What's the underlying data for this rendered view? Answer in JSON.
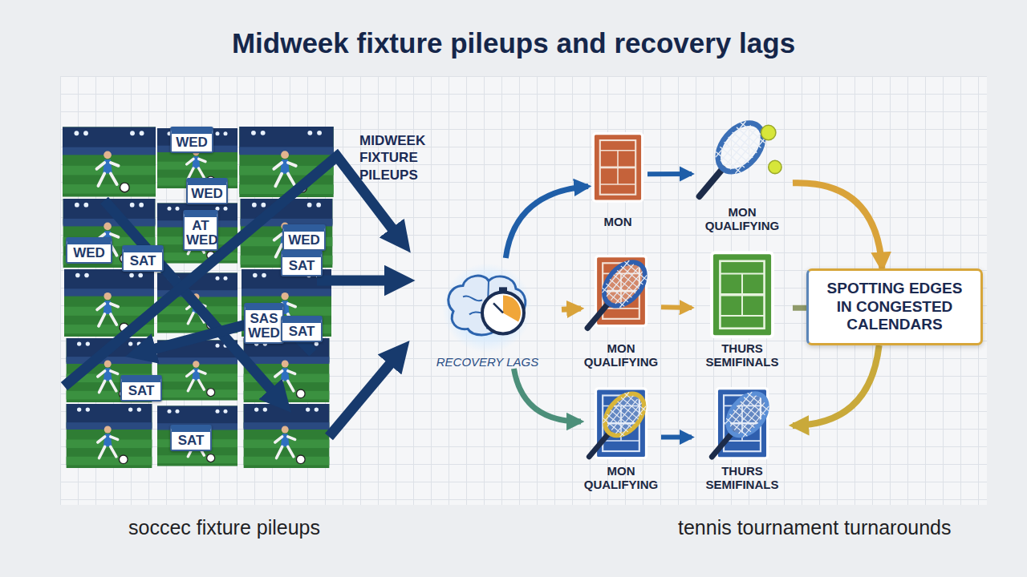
{
  "diagram": {
    "title": "Midweek fixture pileups and recovery lags",
    "nodes": [
      {
        "text": [
          "RECOVERY LAGS"
        ]
      },
      {
        "text": [
          "MON"
        ]
      },
      {
        "text": [
          "MON QUALIFYING"
        ]
      },
      {
        "text": [
          "MON QUALIFYING"
        ]
      },
      {
        "text": [
          "THURS SEMIFINALS"
        ]
      },
      {
        "text": [
          "MON QUALIFYING"
        ]
      },
      {
        "text": [
          "THURS SEMIFINALS"
        ]
      },
      {
        "text": [
          "SPOTTING EDGES IN CONGESTED CALENDARS"
        ]
      }
    ],
    "edges": [
      {
        "from": 0,
        "to": 1,
        "arrow": "to"
      },
      {
        "from": 0,
        "to": 3,
        "arrow": "to"
      },
      {
        "from": 0,
        "to": 5,
        "arrow": "to"
      },
      {
        "from": 1,
        "to": 2,
        "arrow": "to"
      },
      {
        "from": 3,
        "to": 4,
        "arrow": "to"
      },
      {
        "from": 5,
        "to": 6,
        "arrow": "to"
      },
      {
        "from": 2,
        "to": 7,
        "arrow": "to"
      },
      {
        "from": 4,
        "to": 7,
        "arrow": "none"
      },
      {
        "from": 7,
        "to": 6,
        "arrow": "to"
      }
    ],
    "labels": [
      "MIDWEEK FIXTURE PILEUPS",
      "WED",
      "WED",
      "AT WED",
      "WED",
      "WED",
      "SAT",
      "SAT",
      "SAS WED",
      "SAT",
      "SAT",
      "SAT",
      "soccec fixture pileups",
      "tennis tournament turnarounds"
    ]
  }
}
